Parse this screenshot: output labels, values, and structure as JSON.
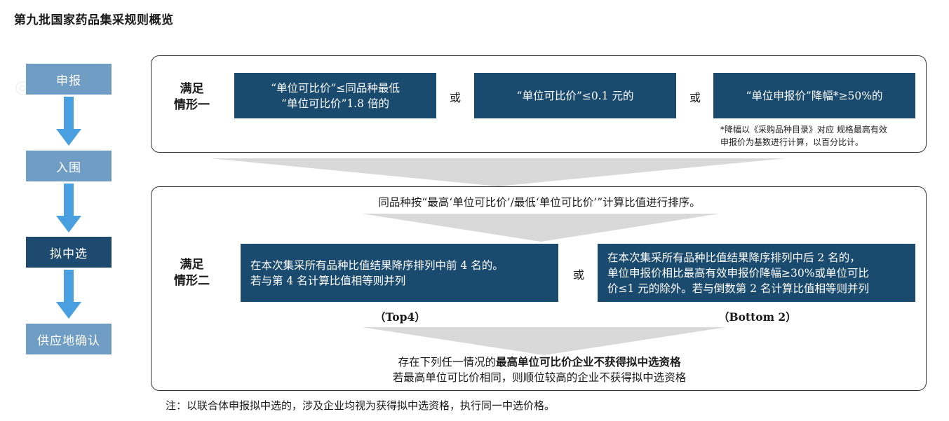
{
  "title": "第九批国家药品集采规则概览",
  "steps": [
    "申报",
    "入围",
    "拟中选",
    "供应地确认"
  ],
  "colors": {
    "step_light": "#6f9dc4",
    "step_dark": "#1d4a6e",
    "box": "#1a4b6e",
    "arrow": "#4a9fe0",
    "funnel": "#d9d9d9"
  },
  "condition1": {
    "label_line1": "满足",
    "label_line2": "情形一",
    "box1_line1": "“单位可比价”≤同品种最低",
    "box1_line2": "“单位可比价”1.8 倍的",
    "or1": "或",
    "box2": "“单位可比价”≤0.1 元的",
    "or2": "或",
    "box3": "“单位申报价”降幅*≥50%的",
    "note_line1": "*降幅以《采购品种目录》对应 规格最高有效",
    "note_line2": "申报价为基数进行计算，以百分比计。"
  },
  "condition2": {
    "sort_text": "同品种按“最高‘单位可比价’/最低‘单位可比价’”计算比值进行排序。",
    "label_line1": "满足",
    "label_line2": "情形二",
    "box1_line1": "在本次集采所有品种比值结果降序排列中前 4 名的。",
    "box1_line2": "若与第 4 名计算比值相等则并列",
    "or": "或",
    "box2_line1": "在本次集采所有品种比值结果降序排列中后 2 名的，",
    "box2_line2": "单位申报价相比最高有效申报价降幅≥30%或单位可比",
    "box2_line3": "价≤1 元的除外。若与倒数第 2 名计算比值相等则并列",
    "top_label": "（Top4）",
    "bottom_label": "（Bottom 2）",
    "result_prefix": "存在下列任一情况的",
    "result_bold": "最高单位可比价企业不获得拟中选资格",
    "result_line2": "若最高单位可比价相同，则顺位较高的企业不获得拟中选资格"
  },
  "footnote": "注：以联合体申报拟中选的，涉及企业均视为获得拟中选资格，执行同一中选价格。"
}
